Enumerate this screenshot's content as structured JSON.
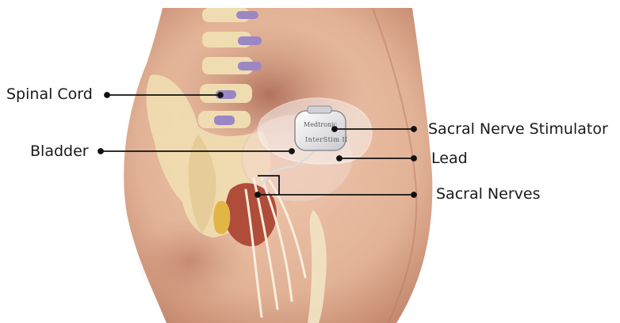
{
  "labels": {
    "spinal_cord": "Spinal Cord",
    "bladder": "Bladder",
    "sacral_nerve_stimulator": "Sacral Nerve Stimulator",
    "lead": "Lead",
    "sacral_nerves": "Sacral Nerves"
  },
  "device": {
    "brand": "Medtronic",
    "model": "InterStim II"
  },
  "colors": {
    "skin": "#e6bba2",
    "skin_shadow": "#c98d72",
    "bone": "#efdcb0",
    "disc": "#9b87c4",
    "tissue": "#b04c3a",
    "device": "#e8e8ea",
    "line": "#111111"
  }
}
